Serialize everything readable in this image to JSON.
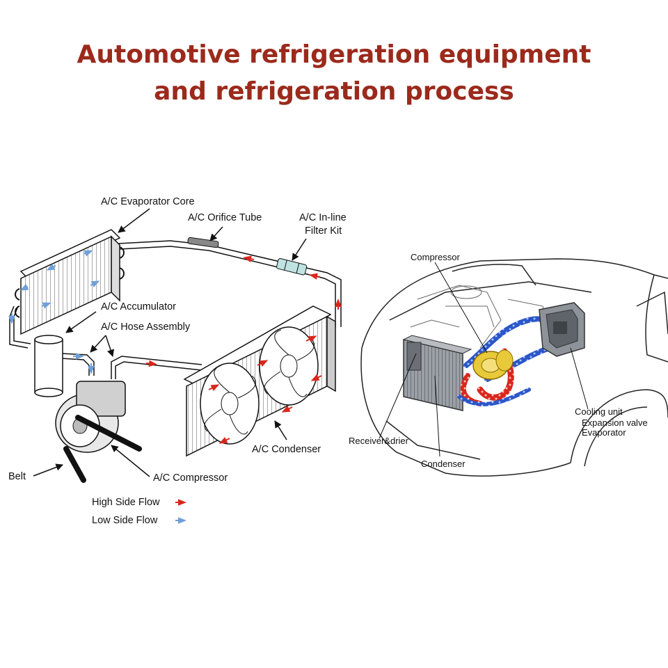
{
  "title": {
    "line1": "Automotive refrigeration equipment",
    "line2": "and refrigeration process"
  },
  "left_diagram": {
    "labels": {
      "evaporator_core": "A/C Evaporator Core",
      "orifice_tube": "A/C Orifice Tube",
      "inline_filter_line1": "A/C In-line",
      "inline_filter_line2": "Filter Kit",
      "accumulator": "A/C Accumulator",
      "hose_assembly": "A/C Hose Assembly",
      "condenser": "A/C Condenser",
      "compressor": "A/C Compressor",
      "belt": "Belt"
    },
    "legend": {
      "high_side": "High Side Flow",
      "low_side": "Low Side Flow"
    },
    "colors": {
      "high_side": "#d9261c",
      "low_side": "#6f9fd8"
    }
  },
  "right_diagram": {
    "labels": {
      "compressor": "Compressor",
      "cooling_unit": "Cooling unit",
      "expansion_valve": "Expansion valve",
      "evaporator": "Evaporator",
      "receiver_drier": "Receiver&drier",
      "condenser": "Condenser"
    },
    "colors": {
      "hot_line": "#d9261c",
      "cold_line": "#2b55c8",
      "compressor": "#e8c93a"
    }
  }
}
